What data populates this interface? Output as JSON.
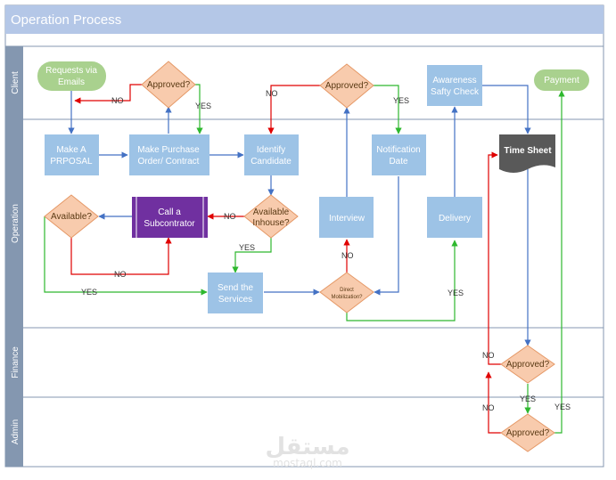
{
  "title": "Operation Process",
  "lanes": [
    "Client",
    "Operation",
    "Finance",
    "Admin"
  ],
  "nodes": {
    "requests": [
      "Requests via",
      "Emails"
    ],
    "approved1": "Approved?",
    "approved2": "Approved?",
    "awareness": [
      "Awareness",
      "Safty Check"
    ],
    "payment": "Payment",
    "proposal": [
      "Make A",
      "PRPOSAL"
    ],
    "purchase": [
      "Make Purchase",
      "Order/ Contract"
    ],
    "identify": [
      "Identify",
      "Candidate"
    ],
    "notification": [
      "Notification",
      "Date"
    ],
    "timesheet": "Time Sheet",
    "available": "Available?",
    "subcontractor": [
      "Call a",
      "Subcontrator"
    ],
    "inhouse": [
      "Available",
      "Inhouse?"
    ],
    "interview": "Interview",
    "delivery": "Delivery",
    "send": [
      "Send the",
      "Services"
    ],
    "direct": [
      "Direct",
      "Mobilization?"
    ],
    "approved_fin": "Approved?",
    "approved_admin": "Approved?"
  },
  "edge_labels": {
    "no_a1": "NO",
    "yes_a1": "YES",
    "no_a2": "NO",
    "yes_a2": "YES",
    "no_inhouse": "NO",
    "yes_inhouse": "YES",
    "no_avail": "NO",
    "yes_avail": "YES",
    "no_direct": "NO",
    "yes_direct": "YES",
    "no_fin": "NO",
    "yes_fin": "YES",
    "no_admin": "NO",
    "yes_admin": "YES"
  },
  "watermark": [
    "مستقل",
    "mostaql.com"
  ],
  "colors": {
    "header": "#b4c7e7",
    "lane_label": "#8497b0",
    "process": "#9dc3e6",
    "subcontractor": "#7030a0",
    "decision": "#f8cbad",
    "terminator": "#a9d18e",
    "timesheet": "#595959",
    "arrow_blue": "#4472c4",
    "arrow_red": "#e00000",
    "arrow_green": "#2eb82e"
  }
}
